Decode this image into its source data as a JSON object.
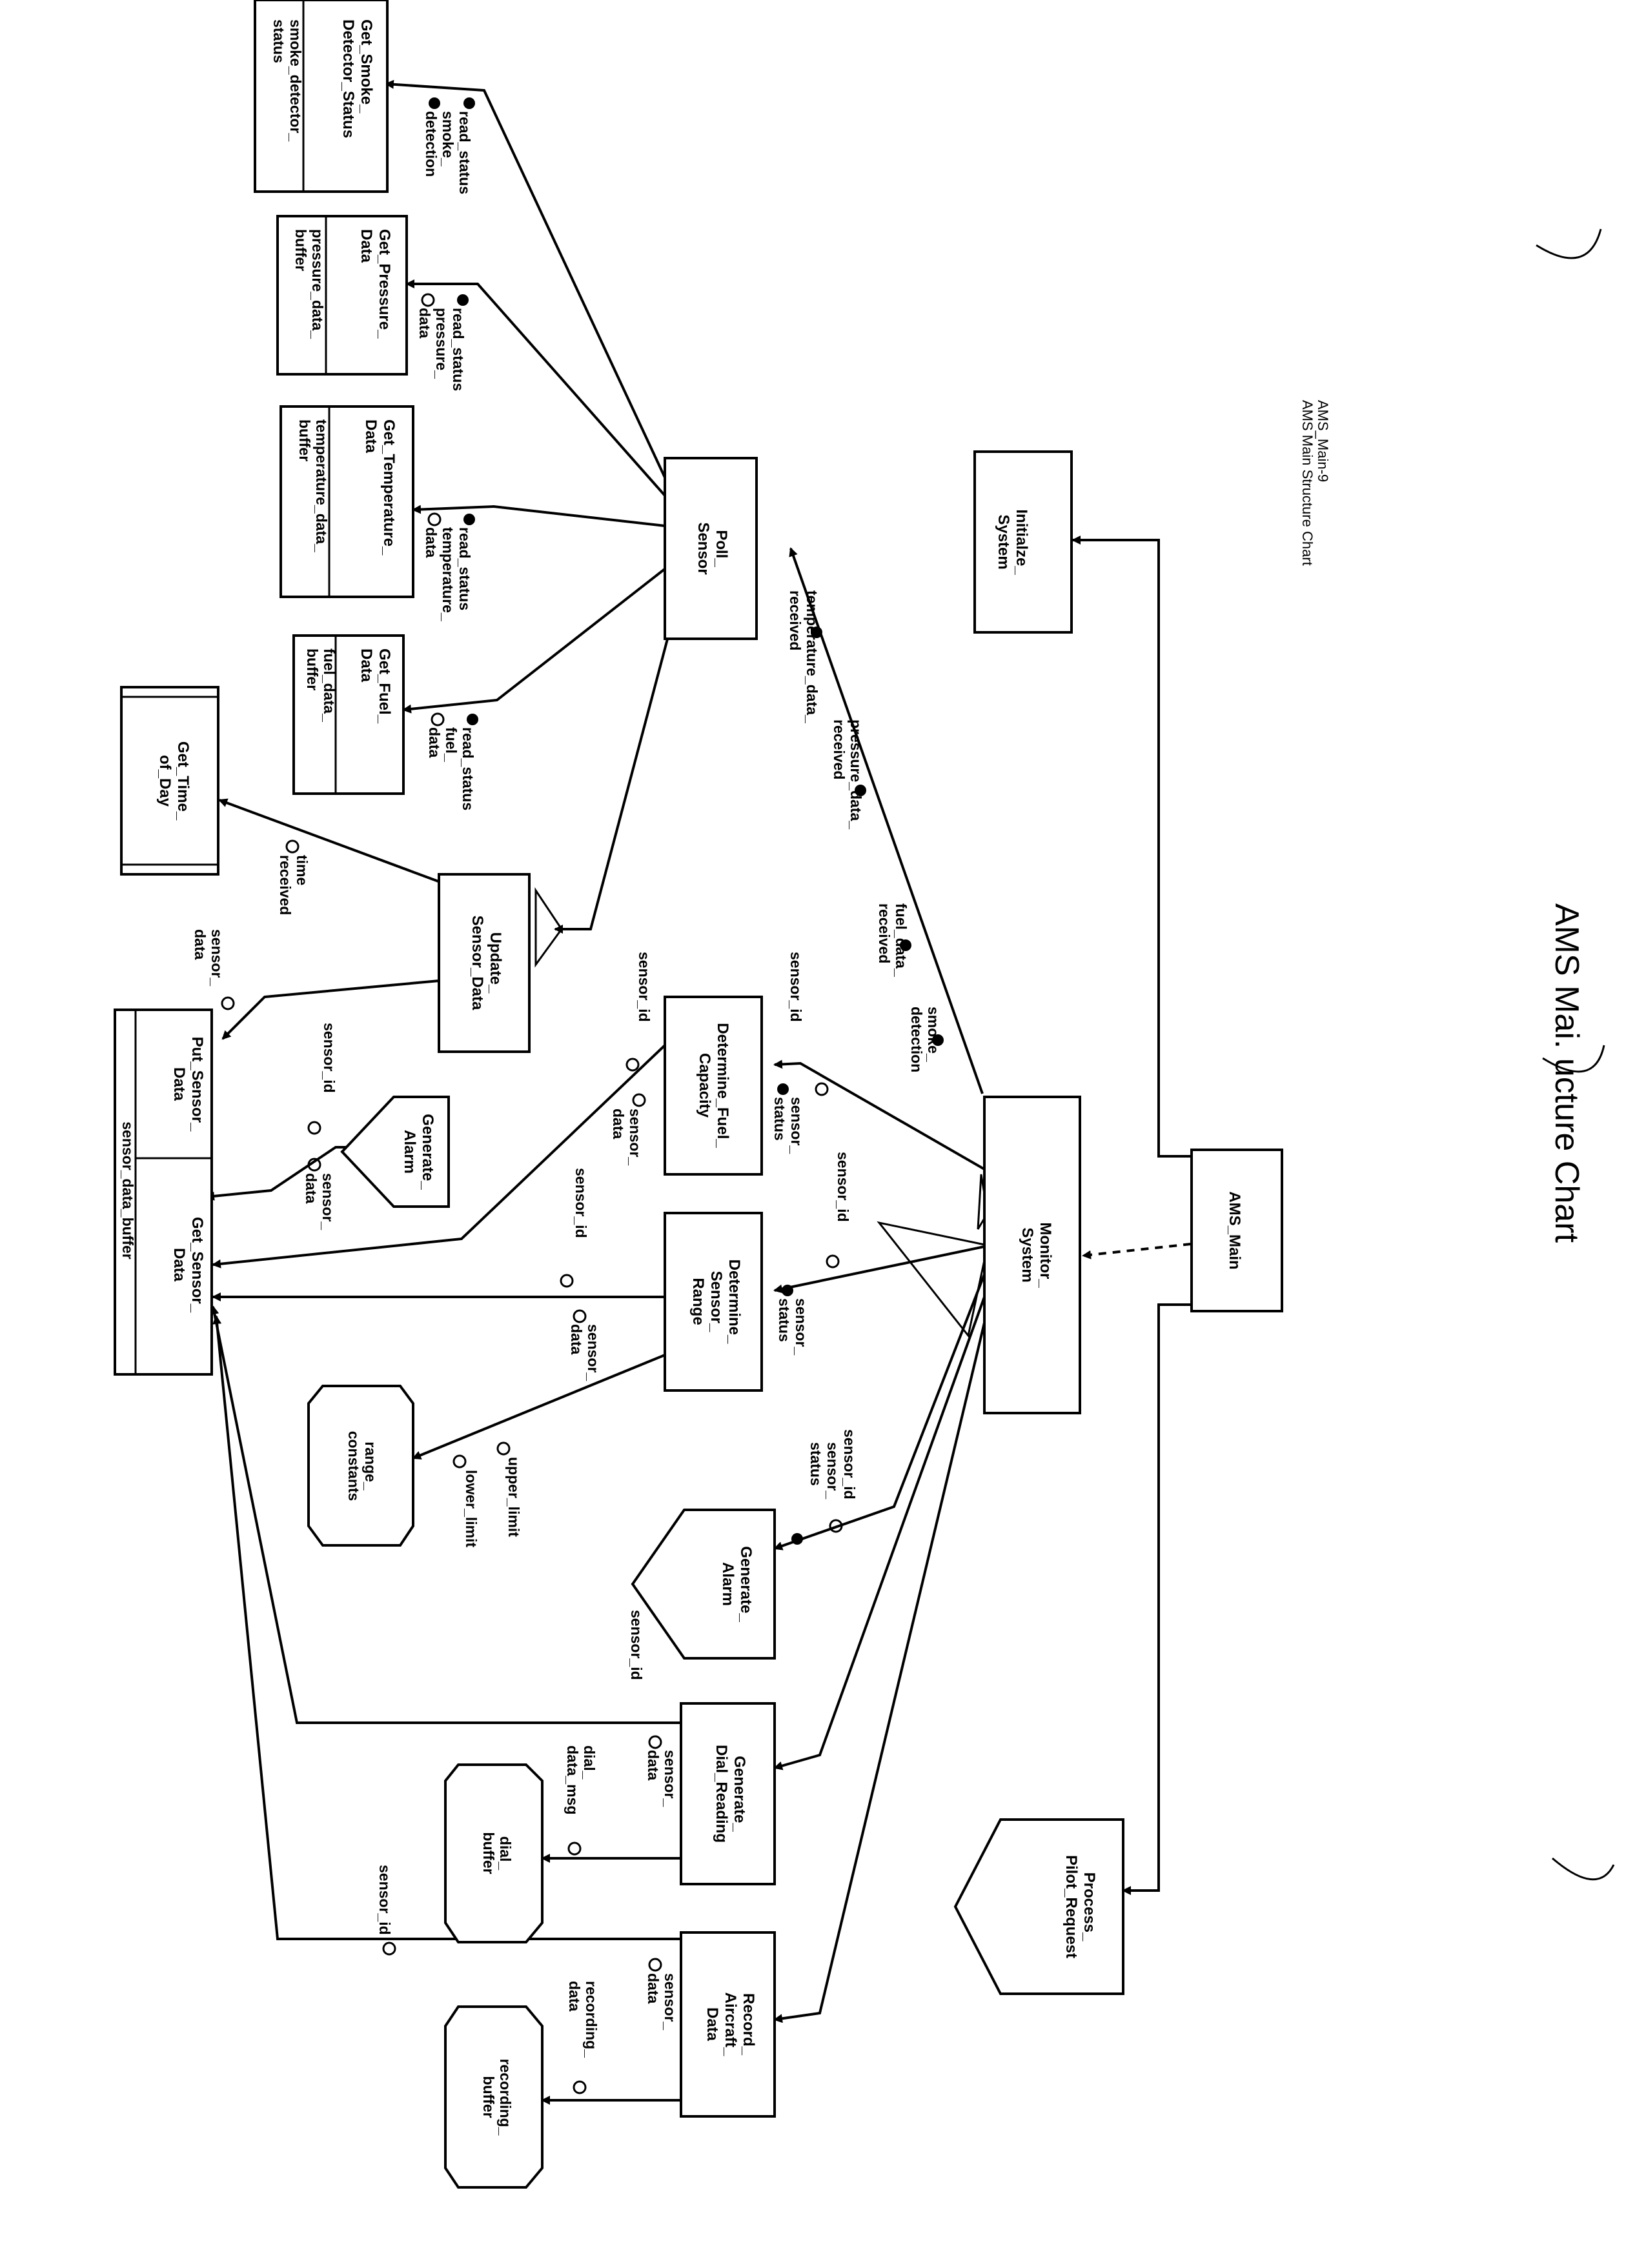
{
  "header": {
    "doc_id": "AMS_Main-9",
    "subtitle": "AMS Main Structure Chart",
    "title": "AMS Mai. ucture Chart"
  },
  "modules": {
    "ams_main": "AMS_Main",
    "initialize": [
      "Initialze_",
      "System"
    ],
    "monitor": [
      "Monitor_",
      "System"
    ],
    "process_pilot": [
      "Process_",
      "Pilot_Request"
    ],
    "poll_sensor": [
      "Poll_",
      "Sensor"
    ],
    "update_sensor": [
      "Update_",
      "Sensor_Data"
    ],
    "determine_fuel": [
      "Determine_Fuel_",
      "Capacity"
    ],
    "determine_range": [
      "Determine_",
      "Sensor_",
      "Range"
    ],
    "generate_alarm_1": [
      "Generate_",
      "Alarm"
    ],
    "generate_alarm_2": [
      "Generate_",
      "Alarm"
    ],
    "generate_dial": [
      "Generate_",
      "Dial_Reading"
    ],
    "record_aircraft": [
      "Record_",
      "Aircraft_",
      "Data"
    ],
    "get_smoke": [
      "Get_Smoke_",
      "Detector_Status"
    ],
    "get_pressure": [
      "Get_Pressure_",
      "Data"
    ],
    "get_temperature": [
      "Get_Temperature_",
      "Data"
    ],
    "get_fuel": [
      "Get_Fuel_",
      "Data"
    ],
    "get_time": [
      "Get_Time_",
      "of_Day"
    ],
    "put_sensor": [
      "Put_Sensor_",
      "Data"
    ],
    "get_sensor": [
      "Get_Sensor_",
      "Data"
    ]
  },
  "data_stores": {
    "smoke": [
      "smoke_detector_",
      "status"
    ],
    "pressure": [
      "pressure_data_",
      "buffer"
    ],
    "temperature": [
      "temperature_data_",
      "buffer"
    ],
    "fuel": [
      "fuel_data_",
      "buffer"
    ],
    "sensor_buffer": "sensor_data_buffer",
    "range_constants": [
      "range_",
      "constants"
    ],
    "dial_buffer": [
      "dial_",
      "buffer"
    ],
    "recording_buffer": [
      "recording_",
      "buffer"
    ]
  },
  "couples": {
    "smoke_read_status": "read_status",
    "smoke_detection": [
      "smoke_",
      "detection"
    ],
    "pressure_read_status": "read_status",
    "pressure_data": [
      "pressure_",
      "data"
    ],
    "temperature_read_status": "read_status",
    "temperature_data": [
      "temperature_",
      "data"
    ],
    "fuel_read_status": "read_status",
    "fuel_data": [
      "fuel_",
      "data"
    ],
    "time_received": [
      "time",
      "received"
    ],
    "temperature_data_received": [
      "temperature_data_",
      "received"
    ],
    "pressure_data_received": [
      "pressure_data_",
      "received"
    ],
    "fuel_data_received": [
      "fuel_data_",
      "received"
    ],
    "smoke_detection_flag": [
      "smoke_",
      "detection"
    ],
    "put_sensor_data": [
      "sensor_",
      "data"
    ],
    "alarm1_sensor_id": "sensor_id",
    "alarm1_sensor_data": [
      "sensor_",
      "data"
    ],
    "fuel_cap_sensor_id": "sensor_id",
    "fuel_cap_sensor_id_in": "sensor_id",
    "fuel_cap_sensor_status": [
      "sensor_",
      "status"
    ],
    "fuel_cap_sensor_data": [
      "sensor_",
      "data"
    ],
    "range_sensor_id": "sensor_id",
    "range_sensor_id_in": "sensor_id",
    "range_sensor_status": [
      "sensor_",
      "status"
    ],
    "range_sensor_data": [
      "sensor_",
      "data"
    ],
    "upper_limit": "upper_limit",
    "lower_limit": "lower_limit",
    "alarm2_sensor_id": "sensor_id",
    "alarm2_sensor_status": [
      "sensor_",
      "status"
    ],
    "dial_sensor_id": "sensor_id",
    "dial_sensor_data": [
      "sensor_",
      "data"
    ],
    "dial_data_msg": [
      "dial_",
      "data_msg"
    ],
    "record_sensor_id": "sensor_id",
    "record_sensor_data": [
      "sensor_",
      "data"
    ],
    "recording_data": [
      "recording_",
      "data"
    ]
  }
}
